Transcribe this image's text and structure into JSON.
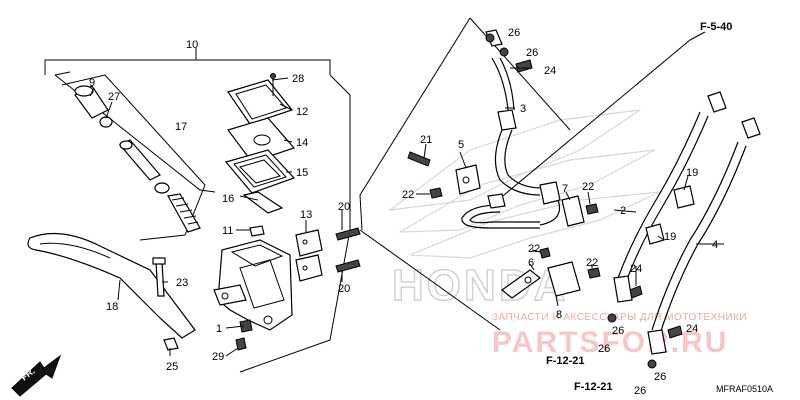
{
  "labels": {
    "n1": "1",
    "n2": "2",
    "n3": "3",
    "n4": "4",
    "n5": "5",
    "n6": "6",
    "n7": "7",
    "n8": "8",
    "n9": "9",
    "n10": "10",
    "n11": "11",
    "n12": "12",
    "n13": "13",
    "n14": "14",
    "n15": "15",
    "n16": "16",
    "n17": "17",
    "n18": "18",
    "n19a": "19",
    "n19b": "19",
    "n20a": "20",
    "n20b": "20",
    "n21": "21",
    "n22a": "22",
    "n22b": "22",
    "n22c": "22",
    "n22d": "22",
    "n23": "23",
    "n24a": "24",
    "n24b": "24",
    "n24c": "24",
    "n25": "25",
    "n26a": "26",
    "n26b": "26",
    "n26c": "26",
    "n26d": "26",
    "n26e": "26",
    "n26f": "26",
    "n27": "27",
    "n28": "28",
    "n29": "29"
  },
  "references": {
    "f540": "F-5-40",
    "f1221a": "F-12-21",
    "f1221b": "F-12-21"
  },
  "diagram_code": "MFRAF0510A",
  "front_arrow": "FR.",
  "watermark": {
    "subtitle": "ЗАПЧАСТИ И АКСЕССУАРЫ ДЛЯ МОТОТЕХНИКИ",
    "main": "PARTSFOR.RU"
  },
  "background_logo": "HONDA"
}
